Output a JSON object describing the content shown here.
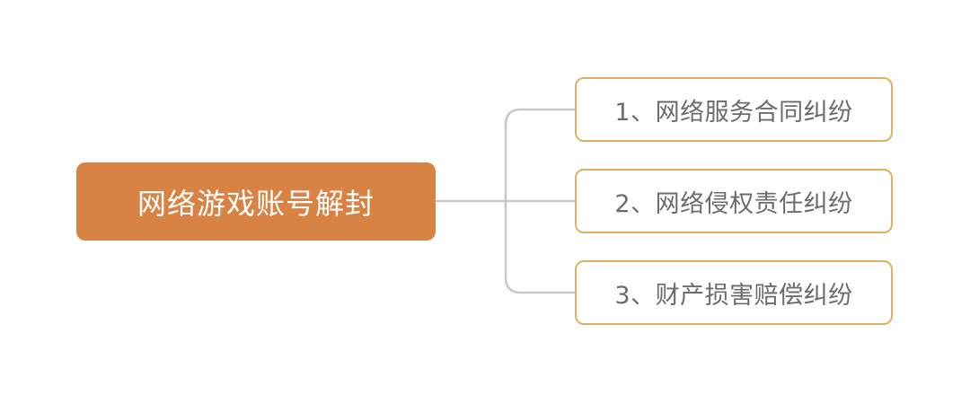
{
  "mindmap": {
    "root": {
      "label": "网络游戏账号解封",
      "color": "#d88244"
    },
    "children": [
      {
        "label": "1、网络服务合同纠纷"
      },
      {
        "label": "2、网络侵权责任纠纷"
      },
      {
        "label": "3、财产损害赔偿纠纷"
      }
    ],
    "colors": {
      "child_border": "#e1ae64",
      "child_text": "#6c6c6c",
      "connector": "#c8c8c8"
    }
  }
}
